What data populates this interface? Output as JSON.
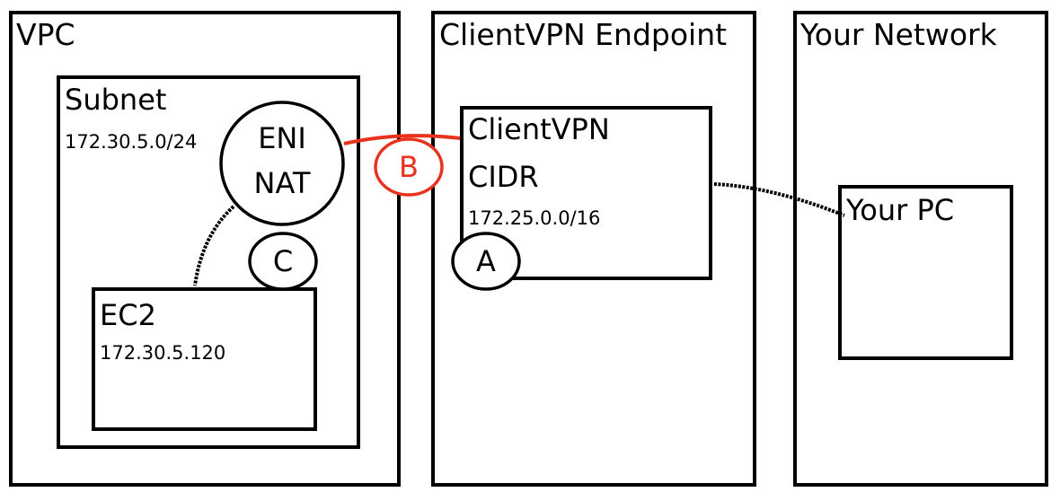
{
  "vpc": {
    "label": "VPC"
  },
  "subnet": {
    "label": "Subnet",
    "cidr": "172.30.5.0/24"
  },
  "eni": {
    "line1": "ENI",
    "line2": "NAT"
  },
  "ec2": {
    "label": "EC2",
    "ip": "172.30.5.120"
  },
  "endpoint": {
    "label": "ClientVPN Endpoint"
  },
  "client_cidr": {
    "line1": "ClientVPN",
    "line2": "CIDR",
    "cidr": "172.25.0.0/16"
  },
  "network": {
    "label": "Your Network"
  },
  "pc": {
    "label": "Your PC"
  },
  "markers": {
    "a": "A",
    "b": "B",
    "c": "C"
  },
  "colors": {
    "highlight": "#e8321e",
    "stroke": "#000000"
  }
}
